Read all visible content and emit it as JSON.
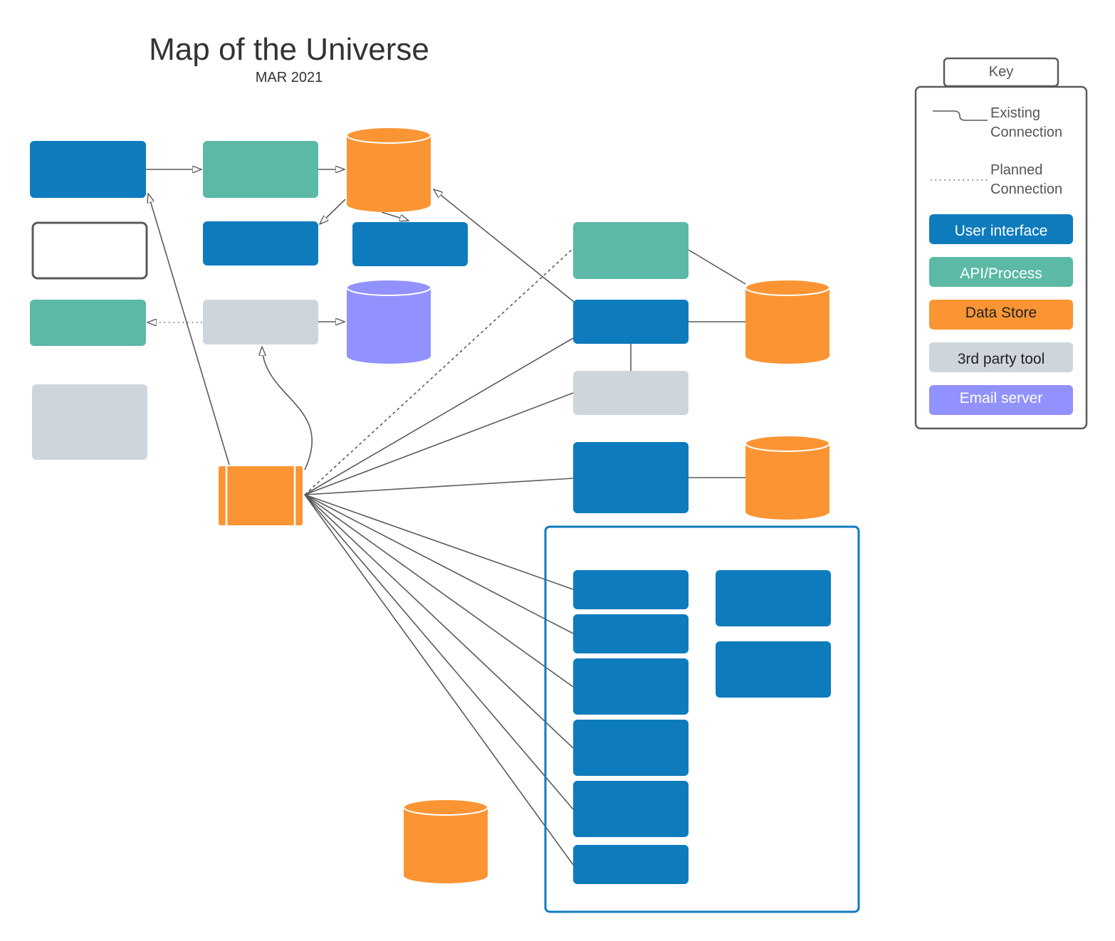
{
  "title": "Map of the Universe",
  "subtitle": "MAR 2021",
  "key": {
    "header": "Key",
    "existing_line1": "Existing",
    "existing_line2": "Connection",
    "planned_line1": "Planned",
    "planned_line2": "Connection",
    "items": [
      {
        "label": "User interface",
        "color": "#0e7bbd",
        "text_color": "#ffffff"
      },
      {
        "label": "API/Process",
        "color": "#5bb9a6",
        "text_color": "#ffffff"
      },
      {
        "label": "Data Store",
        "color": "#fb9533",
        "text_color": "#222222"
      },
      {
        "label": "3rd party tool",
        "color": "#cfd5dd",
        "text_color": "#222222"
      },
      {
        "label": "Email server",
        "color": "#9191ff",
        "text_color": "#ffffff"
      }
    ]
  },
  "colors": {
    "ui": "#0e7bbd",
    "api": "#5bb9a6",
    "store": "#fb9533",
    "third_party": "#cfd5dd",
    "email": "#9191ff",
    "line": "#5a5a5a",
    "group_border": "#0e7bbd"
  }
}
